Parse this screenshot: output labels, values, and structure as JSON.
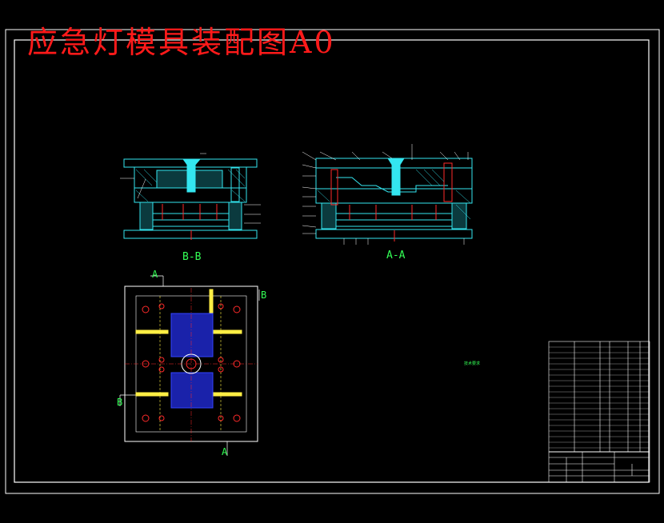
{
  "drawing": {
    "title": "应急灯模具装配图A0",
    "section_bb_label": "B-B",
    "section_aa_label": "A-A",
    "cut_a_top": "A",
    "cut_a_bottom": "A",
    "cut_b_right": "B",
    "cut_b_left": "B",
    "tech_title": "技术要求",
    "colors": {
      "title": "#ff1a1a",
      "outline": "#ffffff",
      "cyan": "#33e6f0",
      "green": "#33ff55",
      "yellow": "#ffee44",
      "blue": "#3344ff",
      "red": "#ff2a2a"
    }
  }
}
